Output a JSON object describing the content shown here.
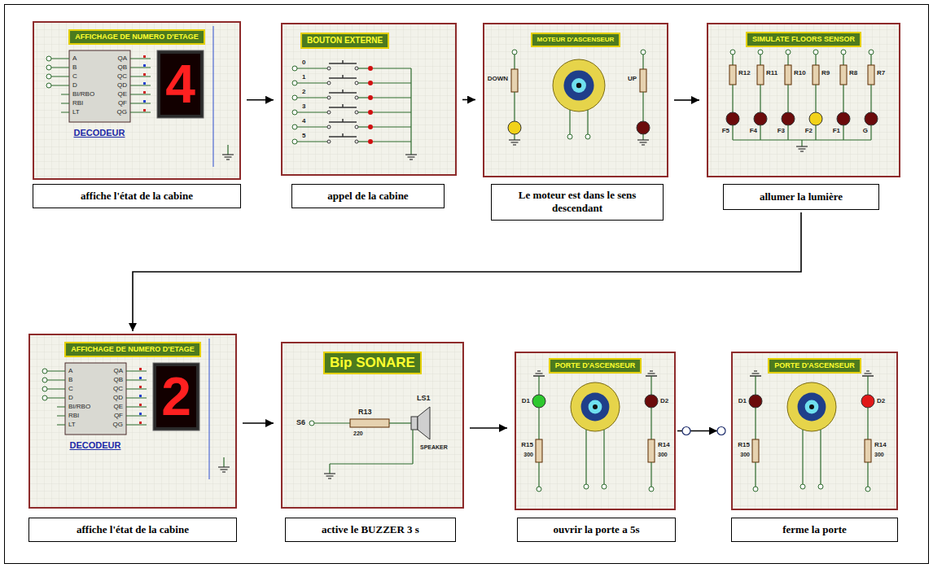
{
  "diagram": {
    "nodes": [
      {
        "text": [
          "AFFICHAGE DE NUMERO D'ETAGE"
        ]
      },
      {
        "text": [
          "affiche l'état de la cabine"
        ]
      },
      {
        "text": [
          "BOUTON EXTERNE"
        ]
      },
      {
        "text": [
          "appel de la cabine"
        ]
      },
      {
        "text": [
          "MOTEUR D'ASCENSEUR"
        ]
      },
      {
        "text": [
          "Le moteur est dans le sens descendant"
        ]
      },
      {
        "text": [
          "SIMULATE FLOORS SENSOR"
        ]
      },
      {
        "text": [
          "allumer la lumière"
        ]
      },
      {
        "text": [
          "AFFICHAGE DE NUMERO D'ETAGE"
        ]
      },
      {
        "text": [
          "affiche l'état de la cabine"
        ]
      },
      {
        "text": [
          "Bip SONARE"
        ]
      },
      {
        "text": [
          "active le BUZZER 3 s"
        ]
      },
      {
        "text": [
          "PORTE D'ASCENSEUR"
        ]
      },
      {
        "text": [
          "ouvrir la porte a 5s"
        ]
      },
      {
        "text": [
          "PORTE D'ASCENSEUR"
        ]
      },
      {
        "text": [
          "ferme la porte"
        ]
      }
    ],
    "edges": [
      {
        "from": 0,
        "to": 2,
        "arrow": "to"
      },
      {
        "from": 2,
        "to": 4,
        "arrow": "to"
      },
      {
        "from": 4,
        "to": 6,
        "arrow": "to"
      },
      {
        "from": 7,
        "to": 8,
        "arrow": "to"
      },
      {
        "from": 8,
        "to": 10,
        "arrow": "to"
      },
      {
        "from": 10,
        "to": 12,
        "arrow": "to"
      },
      {
        "from": 12,
        "to": 14,
        "arrow": "to"
      }
    ],
    "labels": [
      "A",
      "B",
      "C",
      "D",
      "BI/RBO",
      "RBI",
      "LT",
      "QA",
      "QB",
      "QC",
      "QD",
      "QE",
      "QF",
      "QG",
      "DECODEUR",
      "4",
      "0",
      "1",
      "2",
      "3",
      "4",
      "5",
      "DOWN",
      "UP",
      "R12",
      "R11",
      "R10",
      "R9",
      "R8",
      "R7",
      "F5",
      "F4",
      "F3",
      "F2",
      "F1",
      "G",
      "A",
      "B",
      "C",
      "D",
      "BI/RBO",
      "RBI",
      "LT",
      "QA",
      "QB",
      "QC",
      "QD",
      "QE",
      "QF",
      "QG",
      "DECODEUR",
      "2",
      "S6",
      "R13",
      "220",
      "LS1",
      "SPEAKER",
      "D1",
      "D2",
      "R15",
      "300",
      "R14",
      "300",
      "D1",
      "D2",
      "R15",
      "300",
      "R14",
      "300"
    ]
  }
}
